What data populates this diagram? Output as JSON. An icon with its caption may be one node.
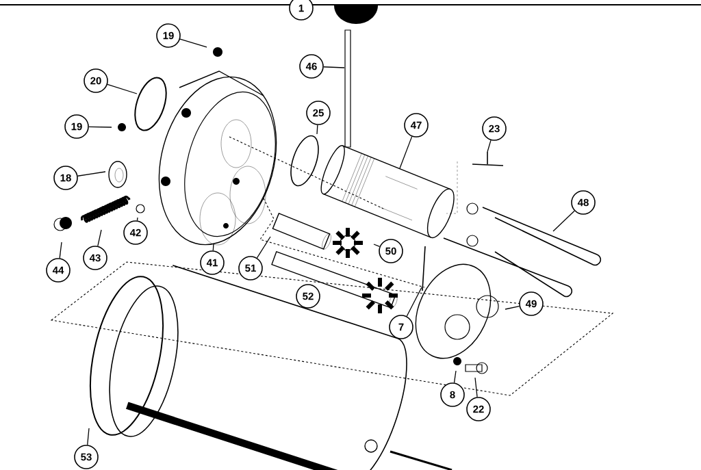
{
  "diagram": {
    "nodes": [
      {
        "text": [
          "1"
        ]
      },
      {
        "text": [
          "19"
        ]
      },
      {
        "text": [
          "46"
        ]
      },
      {
        "text": [
          "20"
        ]
      },
      {
        "text": [
          "25"
        ]
      },
      {
        "text": [
          "47"
        ]
      },
      {
        "text": [
          "19"
        ]
      },
      {
        "text": [
          "23"
        ]
      },
      {
        "text": [
          "18"
        ]
      },
      {
        "text": [
          "48"
        ]
      },
      {
        "text": [
          "42"
        ]
      },
      {
        "text": [
          "43"
        ]
      },
      {
        "text": [
          "44"
        ]
      },
      {
        "text": [
          "41"
        ]
      },
      {
        "text": [
          "51"
        ]
      },
      {
        "text": [
          "50"
        ]
      },
      {
        "text": [
          "52"
        ]
      },
      {
        "text": [
          "49"
        ]
      },
      {
        "text": [
          "7"
        ]
      },
      {
        "text": [
          "8"
        ]
      },
      {
        "text": [
          "22"
        ]
      },
      {
        "text": [
          "53"
        ]
      }
    ],
    "edges": [
      {
        "from": 1,
        "to": null,
        "arrow": "none"
      },
      {
        "from": 2,
        "to": null,
        "arrow": "none"
      },
      {
        "from": 3,
        "to": null,
        "arrow": "none"
      },
      {
        "from": 4,
        "to": null,
        "arrow": "none"
      },
      {
        "from": 5,
        "to": null,
        "arrow": "none"
      },
      {
        "from": 6,
        "to": null,
        "arrow": "none"
      },
      {
        "from": 7,
        "to": null,
        "arrow": "none"
      },
      {
        "from": 8,
        "to": null,
        "arrow": "none"
      },
      {
        "from": 9,
        "to": null,
        "arrow": "none"
      },
      {
        "from": 10,
        "to": null,
        "arrow": "none"
      },
      {
        "from": 11,
        "to": null,
        "arrow": "none"
      },
      {
        "from": 12,
        "to": null,
        "arrow": "none"
      },
      {
        "from": 13,
        "to": null,
        "arrow": "none"
      },
      {
        "from": 14,
        "to": null,
        "arrow": "none"
      },
      {
        "from": 15,
        "to": null,
        "arrow": "none"
      },
      {
        "from": 17,
        "to": null,
        "arrow": "none"
      },
      {
        "from": 18,
        "to": null,
        "arrow": "none"
      },
      {
        "from": 19,
        "to": null,
        "arrow": "none"
      },
      {
        "from": 20,
        "to": null,
        "arrow": "none"
      },
      {
        "from": 21,
        "to": null,
        "arrow": "none"
      }
    ]
  }
}
